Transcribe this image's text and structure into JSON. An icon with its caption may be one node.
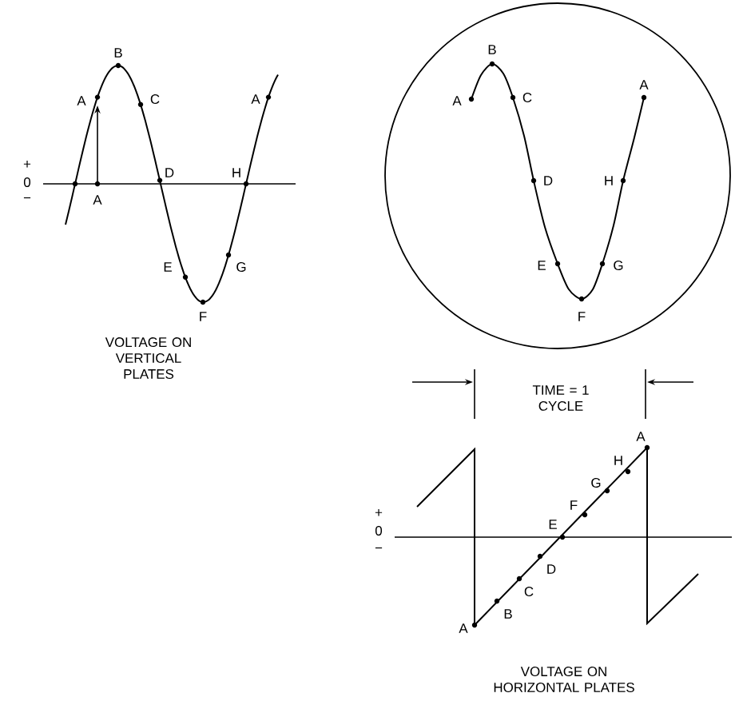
{
  "diagram": {
    "labels": [
      "+",
      "0",
      "−",
      "B",
      "A",
      "C",
      "A",
      "D",
      "H",
      "A",
      "E",
      "G",
      "F",
      "VOLTAGE ON VERTICAL PLATES",
      "B",
      "A",
      "C",
      "A",
      "D",
      "H",
      "E",
      "G",
      "F",
      "TIME = 1 CYCLE",
      "+",
      "0",
      "−",
      "A",
      "H",
      "G",
      "F",
      "E",
      "D",
      "C",
      "B",
      "A",
      "VOLTAGE ON HORIZONTAL PLATES"
    ]
  }
}
